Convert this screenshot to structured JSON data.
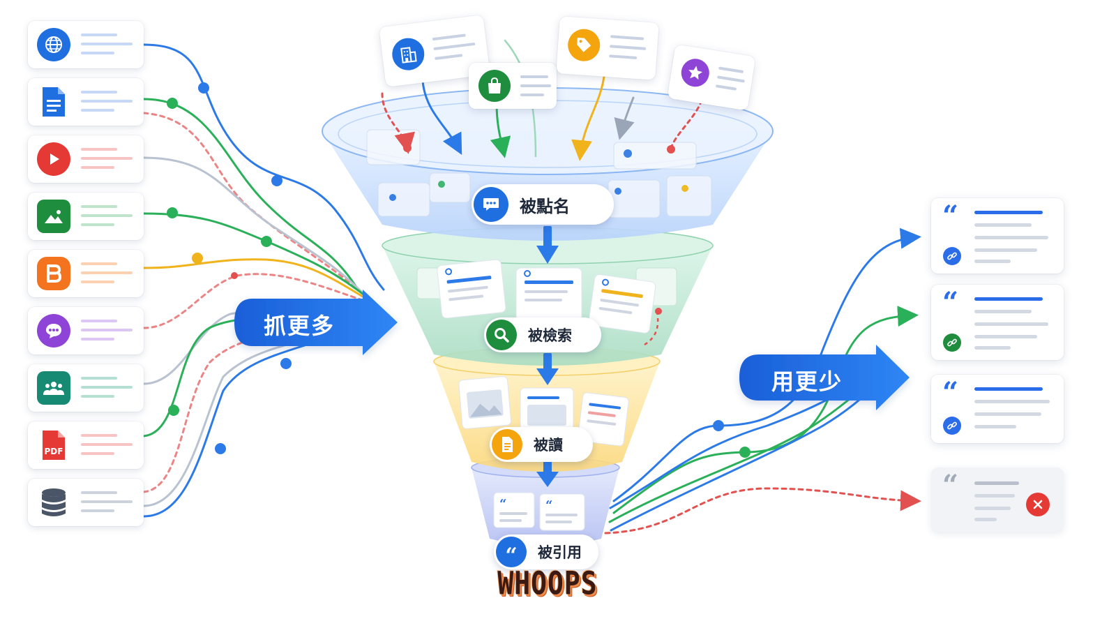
{
  "stages": [
    {
      "label": "被點名",
      "icon": "chat-bubble-icon",
      "color": "#1f6fe0"
    },
    {
      "label": "被檢索",
      "icon": "search-icon",
      "color": "#1e8e3e"
    },
    {
      "label": "被讀",
      "icon": "document-icon",
      "color": "#f4a50e"
    },
    {
      "label": "被引用",
      "icon": "quote-icon",
      "color": "#1f6fe0"
    }
  ],
  "banners": {
    "left": "抓更多",
    "right": "用更少"
  },
  "sources": [
    {
      "icon": "globe-icon",
      "color": "#1f6fe0"
    },
    {
      "icon": "document-icon",
      "color": "#1f6fe0"
    },
    {
      "icon": "play-icon",
      "color": "#e53935"
    },
    {
      "icon": "image-icon",
      "color": "#1e8e3e"
    },
    {
      "icon": "blogger-icon",
      "color": "#f4731e"
    },
    {
      "icon": "chat-icon",
      "color": "#8e44d6"
    },
    {
      "icon": "group-icon",
      "color": "#178a73"
    },
    {
      "icon": "pdf-icon",
      "color": "#e53935",
      "text": "PDF"
    },
    {
      "icon": "database-icon",
      "color": "#4a5668"
    }
  ],
  "top_sources": [
    {
      "icon": "building-icon",
      "color": "#1f6fe0"
    },
    {
      "icon": "shopping-bag-icon",
      "color": "#1e8e3e"
    },
    {
      "icon": "tag-icon",
      "color": "#f4a50e"
    },
    {
      "icon": "star-icon",
      "color": "#8e44d6"
    }
  ],
  "outputs": [
    {
      "status": "cited",
      "icon": "link-icon"
    },
    {
      "status": "cited",
      "icon": "link-icon"
    },
    {
      "status": "cited",
      "icon": "link-icon"
    },
    {
      "status": "rejected",
      "icon": "close-icon"
    }
  ],
  "watermark": "WHOOPS"
}
